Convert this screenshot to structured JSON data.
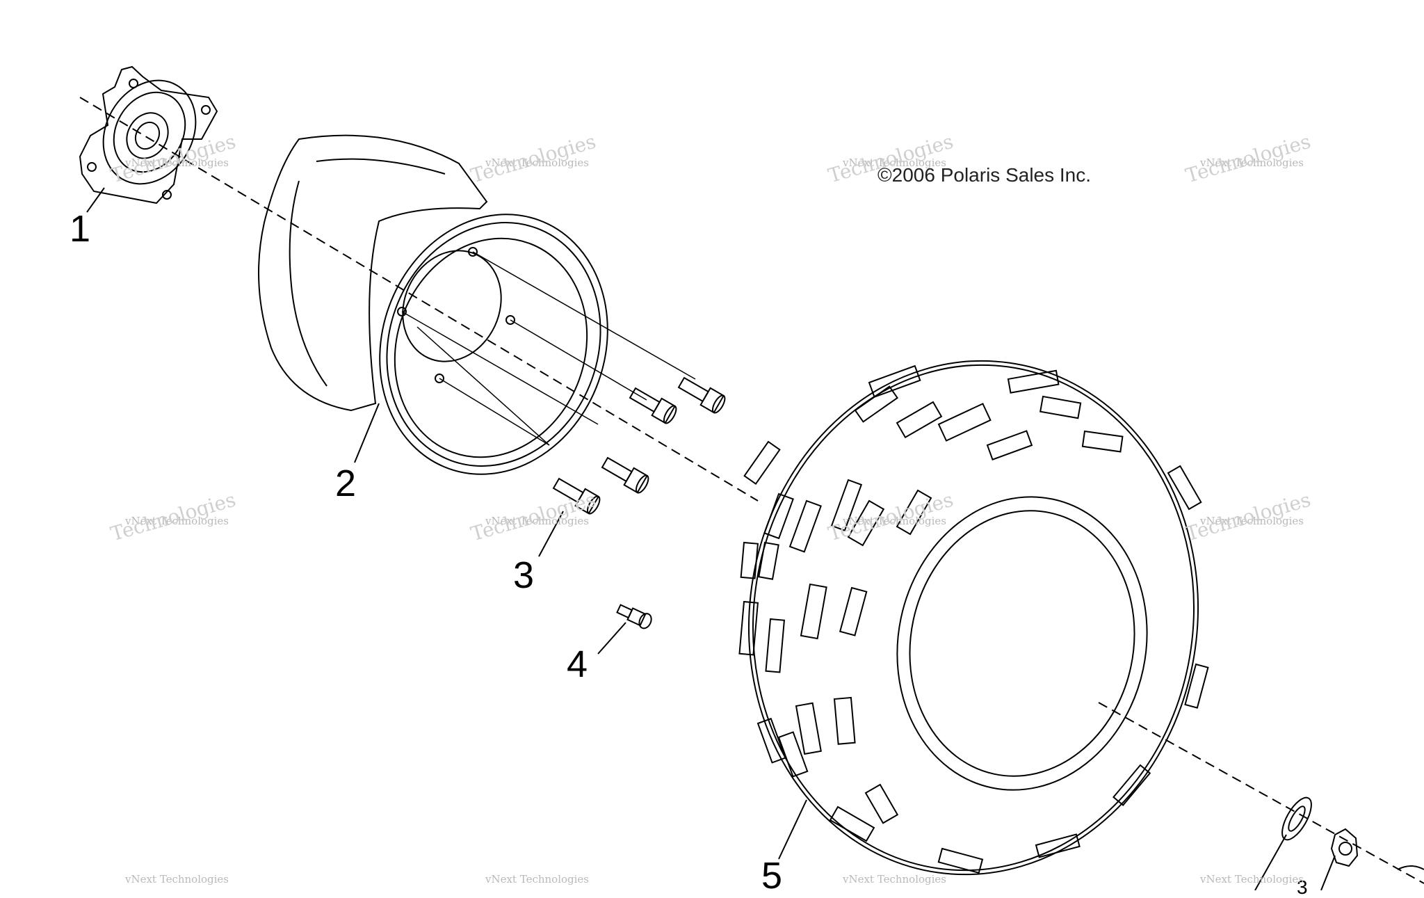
{
  "copyright": "©2006 Polaris Sales Inc.",
  "watermark": {
    "small": "vNext Technologies",
    "big": "Technologies",
    "top": "vNext"
  },
  "callouts": {
    "c1": "1",
    "c2": "2",
    "c3": "3",
    "c4": "4",
    "c5": "5",
    "c6": "3"
  },
  "parts": [
    {
      "ref": "1",
      "name": "hub-flange"
    },
    {
      "ref": "2",
      "name": "wheel-rim"
    },
    {
      "ref": "3",
      "name": "lug-bolt"
    },
    {
      "ref": "4",
      "name": "valve-stem"
    },
    {
      "ref": "5",
      "name": "tire"
    }
  ],
  "colors": {
    "line": "#000000",
    "watermark": "#b9b9b9",
    "background": "#ffffff"
  }
}
